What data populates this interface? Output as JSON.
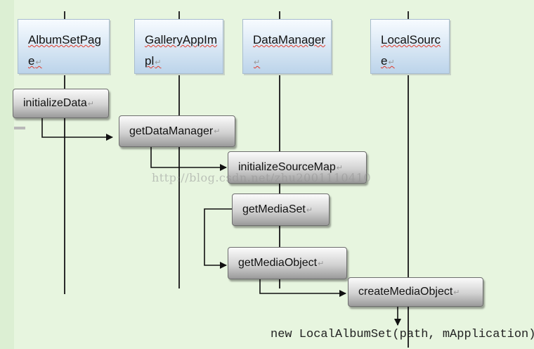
{
  "actors": [
    {
      "label": "AlbumSetPage"
    },
    {
      "label": "GalleryAppImpl"
    },
    {
      "label": "DataManager"
    },
    {
      "label": "LocalSource"
    }
  ],
  "messages": [
    {
      "label": "initializeData"
    },
    {
      "label": "getDataManager"
    },
    {
      "label": "initializeSourceMap"
    },
    {
      "label": "getMediaSet"
    },
    {
      "label": "getMediaObject"
    },
    {
      "label": "createMediaObject"
    }
  ],
  "watermark": "http://blog.csdn.net/zhu2001110410",
  "code_line": "new LocalAlbumSet(path, mApplication);",
  "return_mark": "↵"
}
